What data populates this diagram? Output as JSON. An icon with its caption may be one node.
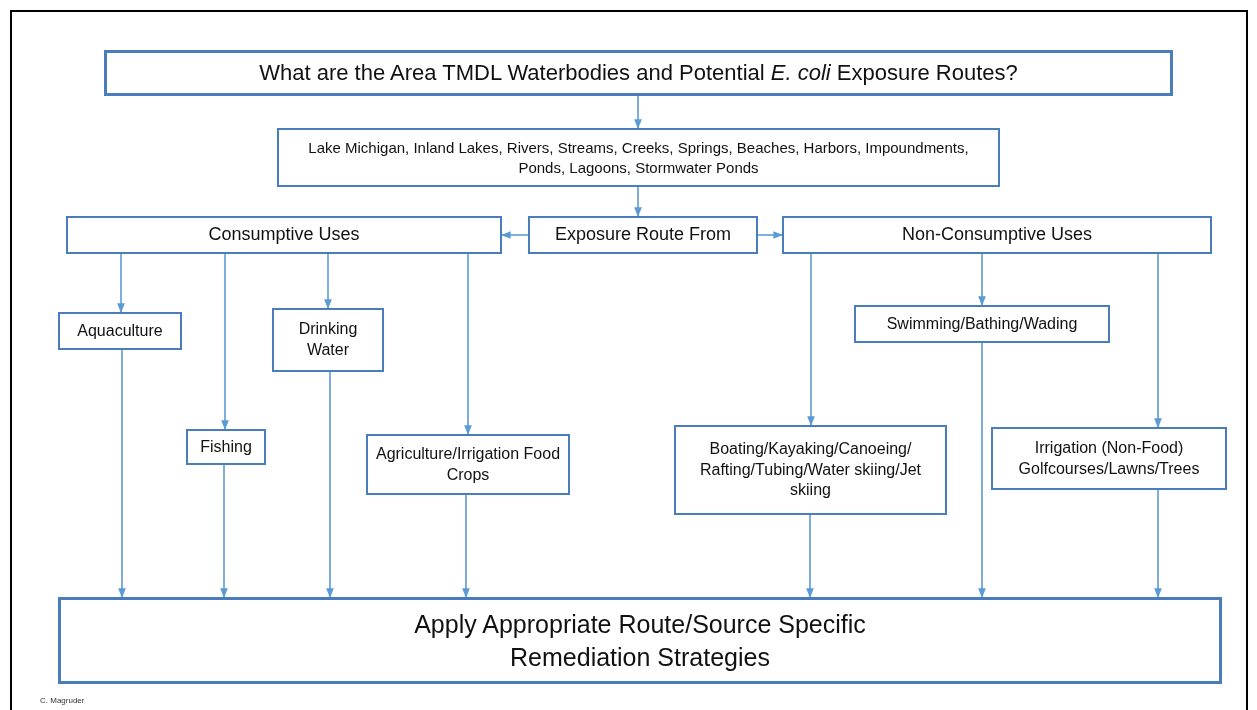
{
  "diagram": {
    "nodes": [
      {
        "text": [
          "What are the Area TMDL Waterbodies and Potential *E. coli* Exposure Routes?"
        ]
      },
      {
        "text": [
          "Lake Michigan, Inland Lakes, Rivers, Streams, Creeks, Springs, Beaches, Harbors, Impoundments, Ponds, Lagoons, Stormwater Ponds"
        ]
      },
      {
        "text": [
          "Consumptive Uses"
        ]
      },
      {
        "text": [
          "Exposure Route From"
        ]
      },
      {
        "text": [
          "Non-Consumptive Uses"
        ]
      },
      {
        "text": [
          "Aquaculture"
        ]
      },
      {
        "text": [
          "Drinking Water"
        ]
      },
      {
        "text": [
          "Swimming/Bathing/Wading"
        ]
      },
      {
        "text": [
          "Fishing"
        ]
      },
      {
        "text": [
          "Agriculture/Irrigation Food Crops"
        ]
      },
      {
        "text": [
          "Boating/Kayaking/Canoeing/ Rafting/Tubing/Water skiing/Jet skiing"
        ]
      },
      {
        "text": [
          "Irrigation (Non-Food) Golfcourses/Lawns/Trees"
        ]
      },
      {
        "text": [
          "Apply Appropriate Route/Source Specific Remediation Strategies"
        ]
      }
    ],
    "edges": [
      {
        "from": 0,
        "to": 1,
        "arrow": "to"
      },
      {
        "from": 1,
        "to": 3,
        "arrow": "to"
      },
      {
        "from": 3,
        "to": 2,
        "arrow": "to"
      },
      {
        "from": 3,
        "to": 4,
        "arrow": "to"
      },
      {
        "from": 2,
        "to": 5,
        "arrow": "to"
      },
      {
        "from": 2,
        "to": 8,
        "arrow": "to"
      },
      {
        "from": 2,
        "to": 6,
        "arrow": "to"
      },
      {
        "from": 2,
        "to": 9,
        "arrow": "to"
      },
      {
        "from": 4,
        "to": 10,
        "arrow": "to"
      },
      {
        "from": 4,
        "to": 7,
        "arrow": "to"
      },
      {
        "from": 4,
        "to": 11,
        "arrow": "to"
      },
      {
        "from": 5,
        "to": 12,
        "arrow": "to"
      },
      {
        "from": 8,
        "to": 12,
        "arrow": "to"
      },
      {
        "from": 6,
        "to": 12,
        "arrow": "to"
      },
      {
        "from": 9,
        "to": 12,
        "arrow": "to"
      },
      {
        "from": 10,
        "to": 12,
        "arrow": "to"
      },
      {
        "from": 7,
        "to": 12,
        "arrow": "to"
      },
      {
        "from": 11,
        "to": 12,
        "arrow": "to"
      }
    ],
    "labels": [
      "C. Magruder"
    ]
  }
}
